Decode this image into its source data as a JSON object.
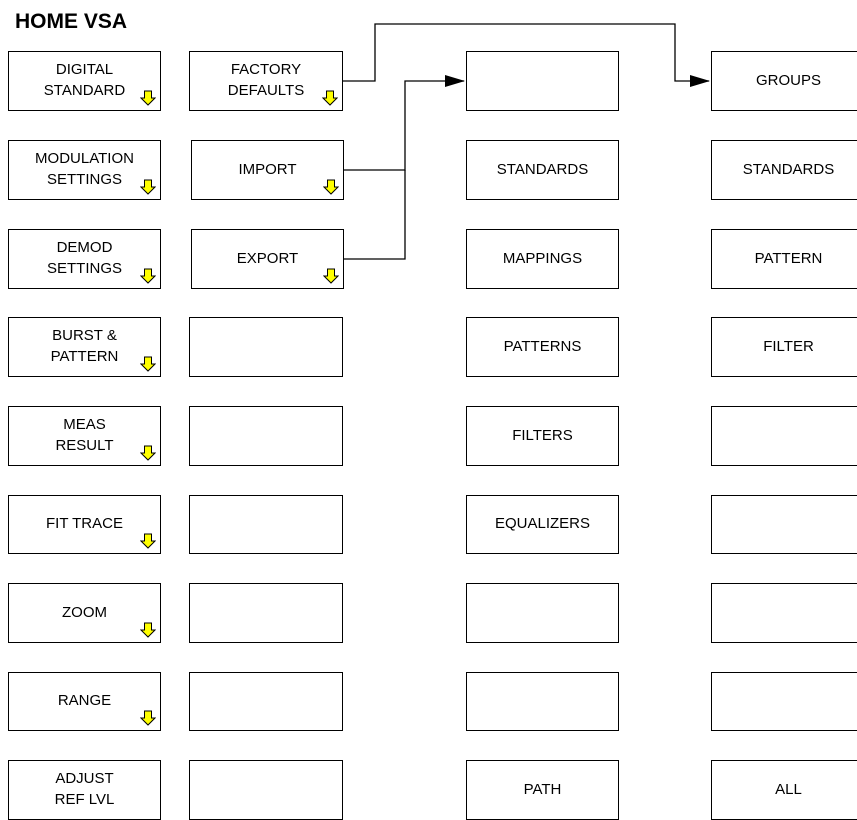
{
  "title": "HOME VSA",
  "columns": [
    [
      {
        "label": "DIGITAL\nSTANDARD",
        "arrow": true
      },
      {
        "label": "MODULATION\nSETTINGS",
        "arrow": true
      },
      {
        "label": "DEMOD\nSETTINGS",
        "arrow": true
      },
      {
        "label": "BURST &\nPATTERN",
        "arrow": true
      },
      {
        "label": "MEAS\nRESULT",
        "arrow": true
      },
      {
        "label": "FIT TRACE",
        "arrow": true
      },
      {
        "label": "ZOOM",
        "arrow": true
      },
      {
        "label": "RANGE",
        "arrow": true
      },
      {
        "label": "ADJUST\nREF LVL",
        "arrow": false
      }
    ],
    [
      {
        "label": "FACTORY\nDEFAULTS",
        "arrow": true
      },
      {
        "label": "IMPORT",
        "arrow": true
      },
      {
        "label": "EXPORT",
        "arrow": true
      },
      {
        "label": "",
        "arrow": false
      },
      {
        "label": "",
        "arrow": false
      },
      {
        "label": "",
        "arrow": false
      },
      {
        "label": "",
        "arrow": false
      },
      {
        "label": "",
        "arrow": false
      },
      {
        "label": "",
        "arrow": false
      }
    ],
    [
      {
        "label": "",
        "arrow": false
      },
      {
        "label": "STANDARDS",
        "arrow": false
      },
      {
        "label": "MAPPINGS",
        "arrow": false
      },
      {
        "label": "PATTERNS",
        "arrow": false
      },
      {
        "label": "FILTERS",
        "arrow": false
      },
      {
        "label": "EQUALIZERS",
        "arrow": false
      },
      {
        "label": "",
        "arrow": false
      },
      {
        "label": "",
        "arrow": false
      },
      {
        "label": "PATH",
        "arrow": false
      }
    ],
    [
      {
        "label": "GROUPS",
        "arrow": false
      },
      {
        "label": "STANDARDS",
        "arrow": false
      },
      {
        "label": "PATTERN",
        "arrow": false
      },
      {
        "label": "FILTER",
        "arrow": false
      },
      {
        "label": "",
        "arrow": false
      },
      {
        "label": "",
        "arrow": false
      },
      {
        "label": "",
        "arrow": false
      },
      {
        "label": "",
        "arrow": false
      },
      {
        "label": "ALL",
        "arrow": false
      }
    ]
  ],
  "colors": {
    "arrow_fill": "#ffff00",
    "line": "#000000"
  }
}
